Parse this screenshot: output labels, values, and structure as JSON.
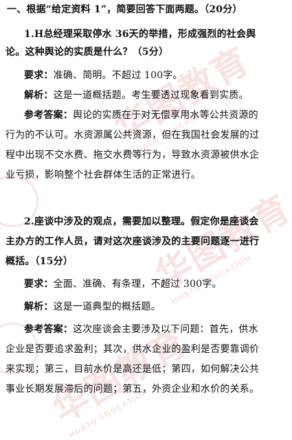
{
  "section1": {
    "heading": "一、根据“给定资料 1”，简要回答下面两题。（20分）",
    "q1": {
      "title_line1": "1.H总经理采取停水 36天的举措，形成强烈的社会舆",
      "title_line2": "论。这种舆论的实质是什么？（5分）",
      "requirement_label": "要求：",
      "requirement_text": "准确、简明。不超过 100字。",
      "analysis_label": "解析：",
      "analysis_text": "这是一道概括题。考生要透过现象看到实质。",
      "answer_label": "参考答案：",
      "answer_line1": "舆论的实质在于对无偿享用水等公共资源的",
      "answer_line2": "行为的不认可。水资源属公共资源，但在我国社会发展的过",
      "answer_line3": "程中出现不交水费、拖交水费等行为，导致水资源被供水企",
      "answer_line4": "业亏损，影响整个社会群体生活的正常进行。"
    },
    "q2": {
      "title_line1": "2.座谈中涉及的观点，需要加以整理。假定你是座谈会",
      "title_line2": "主办方的工作人员，请对这次座谈涉及的主要问题逐一进行",
      "title_line3": "概括。（15分）",
      "requirement_label": "要求：",
      "requirement_text": "全面、准确、有条理，不超过 300字。",
      "analysis_label": "解析：",
      "analysis_text": "这是一道典型的概括题。",
      "answer_label": "参考答案：",
      "answer_line1": "这次座谈会主要涉及以下问题：首先，供水",
      "answer_line2": "企业是否要追求盈利；其次，供水企业的盈利是否要靠调价",
      "answer_line3": "来实现；第三，目前水价是高还是低；第四，如何解决公共",
      "answer_line4": "事业长期发展滞后的问题；第五，外资企业和水价的关系。"
    }
  },
  "watermark": {
    "brand": "华图教育",
    "brand_en": "HUATU EDUCATION",
    "color": "#c82828"
  }
}
